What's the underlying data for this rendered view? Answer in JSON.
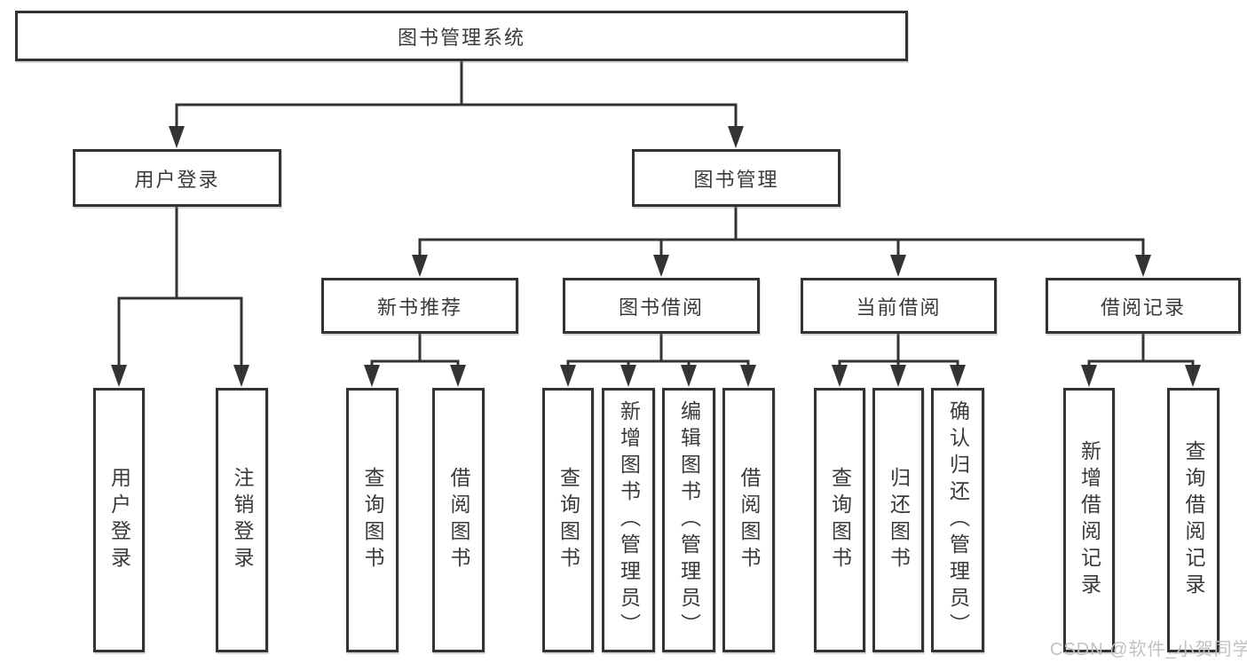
{
  "diagram": {
    "title": "图书管理系统",
    "level2": [
      {
        "label": "用户登录"
      },
      {
        "label": "图书管理"
      }
    ],
    "level3": [
      {
        "label": "新书推荐"
      },
      {
        "label": "图书借阅"
      },
      {
        "label": "当前借阅"
      },
      {
        "label": "借阅记录"
      }
    ],
    "leaves": {
      "user": [
        {
          "label": "用户登录"
        },
        {
          "label": "注销登录"
        }
      ],
      "recommend": [
        {
          "label": "查询图书"
        },
        {
          "label": "借阅图书"
        }
      ],
      "borrow": [
        {
          "label": "查询图书"
        },
        {
          "label": "新增图书（管理员）"
        },
        {
          "label": "编辑图书（管理员）"
        },
        {
          "label": "借阅图书"
        }
      ],
      "current": [
        {
          "label": "查询图书"
        },
        {
          "label": "归还图书"
        },
        {
          "label": "确认归还（管理员）"
        }
      ],
      "records": [
        {
          "label": "新增借阅记录"
        },
        {
          "label": "查询借阅记录"
        }
      ]
    }
  },
  "watermark": "CSDN @软件_小贺同学",
  "colors": {
    "line": "#333333",
    "text": "#3a3a3a",
    "watermark": "#c2c2c2",
    "background": "#ffffff"
  }
}
